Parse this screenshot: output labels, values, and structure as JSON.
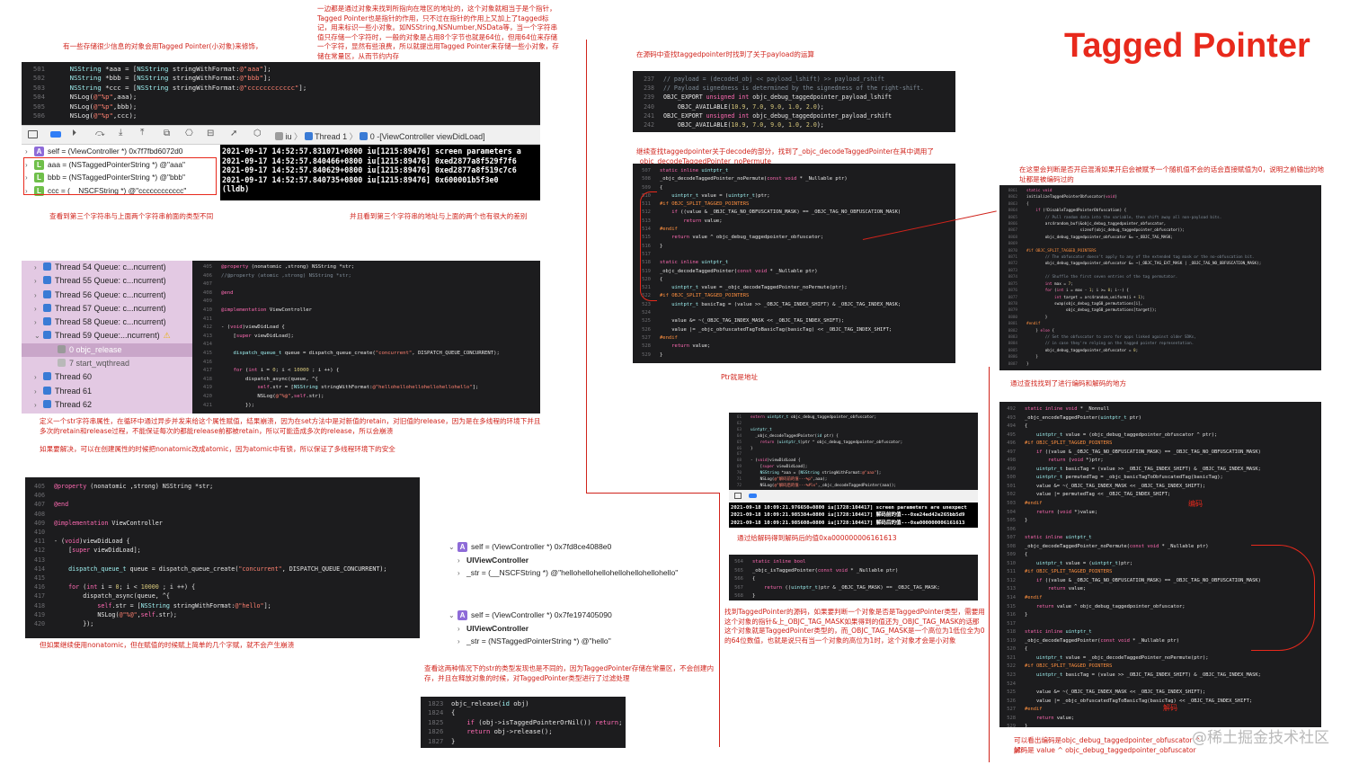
{
  "title": "Tagged Pointer",
  "watermark": "@稀土掘金技术社区",
  "notes": {
    "n1": "有一些存储很少信息的对象会用Tagged Pointer(小对象)来修饰，",
    "n2": "一边都是通过对象来找到所指向在堆区的地址的，这个对象就相当于是个指针，Tagged Pointer也是指针的作用，只不过在指针的作用上又加上了tagged标记，用来标识一些小对象。如NSString,NSNumber,NSData等，当一个字符串值只存储一个字符时，一般的对象是占用8个字节也就是64位，但用64位来存储一个字符，显然有些浪费，所以就提出用Tagged Pointer来存储一些小对象，存储在常量区，从而节约内存",
    "n3": "在源码中查找taggedpointer时找到了关于payload的运算",
    "n4": "继续查找taggedpointer关于decode的部分，找到了_objc_decodeTaggedPointer在其中调用了_objc_decodeTaggedPointer_noPermute",
    "n5": "在这里会判断是否开启混淆如果开启会被赋予一个随机值不会的话会直接赋值为0，说明之前输出的地址都是被编码过的",
    "n6": "查看到第三个字符串与上面两个字符串前面的类型不同",
    "n7": "并且看到第三个字符串的地址与上面的两个也有很大的差别",
    "n8": "Ptr就是地址",
    "n9": "通过查找找到了进行编码和解码的地方",
    "n10": "定义一个str字符串属性，在循环中通过异步并发来给这个属性赋值，结果崩溃，因为在set方法中是对新值的retain，对旧值的release，因为是在多线程的环境下并且多次的retain和release过程，不能保证每次的都能release前都被retain，所以可能造成多次的release，所以会崩溃",
    "n11": "如果要解决，可以在创建属性的时候把nonatomic改成atomic，因为atomic中有锁，所以保证了多线程环境下的安全",
    "n12": "但如果继续使用nonatomic，但在赋值的时候赋上简单的几个字赋，就不会产生崩溃",
    "n13": "通过给解码得到解码后的值0xa000000006161613",
    "n14": "找到TaggedPointer的源码，如果要判断一个对象是否是TaggedPointer类型，需要用这个对象的指针&上_OBJC_TAG_MASK如果得到的值还为_OBJC_TAG_MASK的话那这个对象就是TaggedPointer类型的，而_OBJC_TAG_MASK是一个高位为1低位全为0的64位数值，也就是说只有当一个对象的高位为1时，这个对象才会是小对象",
    "n15": "查看这两种情况下的str的类型发现也是不同的，因为TaggedPointer存储在常量区，不会创建内存，并且在释放对象的时候，对TaggedPointer类型进行了过滤处理",
    "n16": "可以看出编码是objc_debug_taggedpointer_obfuscator ^ ptr",
    "n17": "解码是 value ^ objc_debug_taggedpointer_obfuscator",
    "encode_label": "编码",
    "decode_label": "解码"
  },
  "code1": {
    "lines": [
      {
        "n": "501",
        "t": "    NSString *aaa = [NSString stringWithFormat:@\"aaa\"];"
      },
      {
        "n": "502",
        "t": "    NSString *bbb = [NSString stringWithFormat:@\"bbb\"];"
      },
      {
        "n": "503",
        "t": "    NSString *ccc = [NSString stringWithFormat:@\"cccccccccccc\"];"
      },
      {
        "n": "504",
        "t": "    NSLog(@\"%p\",aaa);"
      },
      {
        "n": "505",
        "t": "    NSLog(@\"%p\",bbb);"
      },
      {
        "n": "506",
        "t": "    NSLog(@\"%p\",ccc);"
      }
    ]
  },
  "debug_toolbar": {
    "crumb_iu": "iu",
    "crumb_thread": "Thread 1",
    "crumb_frame": "0 -[ViewController viewDidLoad]"
  },
  "vars1": [
    {
      "label": "self = (ViewController *) 0x7f7fbd6072d0",
      "icon": "A"
    },
    {
      "label": "aaa = (NSTaggedPointerString *) @\"aaa\"",
      "icon": "L"
    },
    {
      "label": "bbb = (NSTaggedPointerString *) @\"bbb\"",
      "icon": "L"
    },
    {
      "label": "ccc = (__NSCFString *) @\"cccccccccccc\"",
      "icon": "L"
    }
  ],
  "console1": [
    "2021-09-17 14:52:57.831071+0800 iu[1215:89476] screen parameters a",
    "2021-09-17 14:52:57.840466+0800 iu[1215:89476] 0xed2877a8f529f7f6",
    "2021-09-17 14:52:57.840629+0800 iu[1215:89476] 0xed2877a8f519c7c6",
    "2021-09-17 14:52:57.840735+0800 iu[1215:89476] 0x600001b5f3e0",
    "(lldb)"
  ],
  "threads": [
    {
      "label": "Thread 54 Queue: c...ncurrent)"
    },
    {
      "label": "Thread 55 Queue: c...ncurrent)"
    },
    {
      "label": "Thread 56 Queue: c...ncurrent)"
    },
    {
      "label": "Thread 57 Queue: c...ncurrent)"
    },
    {
      "label": "Thread 58 Queue: c...ncurrent)"
    },
    {
      "label": "Thread 59 Queue:...ncurrent)"
    },
    {
      "label": "0 objc_release"
    },
    {
      "label": "7 start_wqthread"
    },
    {
      "label": "Thread 60"
    },
    {
      "label": "Thread 61"
    },
    {
      "label": "Thread 62"
    }
  ],
  "code2": {
    "lines": [
      {
        "n": "405",
        "t": "@property (nonatomic ,strong) NSString *str;"
      },
      {
        "n": "406",
        "t": "//@property (atomic ,strong) NSString *str;"
      },
      {
        "n": "407",
        "t": ""
      },
      {
        "n": "408",
        "t": "@end"
      },
      {
        "n": "409",
        "t": ""
      },
      {
        "n": "410",
        "t": "@implementation ViewController"
      },
      {
        "n": "411",
        "t": ""
      },
      {
        "n": "412",
        "t": "- (void)viewDidLoad {"
      },
      {
        "n": "413",
        "t": "    [super viewDidLoad];"
      },
      {
        "n": "414",
        "t": ""
      },
      {
        "n": "415",
        "t": "    dispatch_queue_t queue = dispatch_queue_create(\"concurrent\", DISPATCH_QUEUE_CONCURRENT);"
      },
      {
        "n": "416",
        "t": ""
      },
      {
        "n": "417",
        "t": "    for (int i = 0; i < 10000 ; i ++) {"
      },
      {
        "n": "418",
        "t": "        dispatch_async(queue, ^{"
      },
      {
        "n": "419",
        "t": "            self.str = [NSString stringWithFormat:@\"hellohellohellohellohellohello\"];"
      },
      {
        "n": "420",
        "t": "            NSLog(@\"%@\",self.str);"
      },
      {
        "n": "421",
        "t": "        });"
      }
    ]
  },
  "code3": {
    "lines": [
      {
        "n": "405",
        "t": "@property (nonatomic ,strong) NSString *str;"
      },
      {
        "n": "406",
        "t": ""
      },
      {
        "n": "407",
        "t": "@end"
      },
      {
        "n": "408",
        "t": ""
      },
      {
        "n": "409",
        "t": "@implementation ViewController"
      },
      {
        "n": "410",
        "t": ""
      },
      {
        "n": "411",
        "t": "- (void)viewDidLoad {"
      },
      {
        "n": "412",
        "t": "    [super viewDidLoad];"
      },
      {
        "n": "413",
        "t": ""
      },
      {
        "n": "414",
        "t": "    dispatch_queue_t queue = dispatch_queue_create(\"concurrent\", DISPATCH_QUEUE_CONCURRENT);"
      },
      {
        "n": "415",
        "t": ""
      },
      {
        "n": "416",
        "t": "    for (int i = 0; i < 10000 ; i ++) {"
      },
      {
        "n": "417",
        "t": "        dispatch_async(queue, ^{"
      },
      {
        "n": "418",
        "t": "            self.str = [NSString stringWithFormat:@\"hello\"];"
      },
      {
        "n": "419",
        "t": "            NSLog(@\"%@\",self.str);"
      },
      {
        "n": "420",
        "t": "        });"
      }
    ]
  },
  "vars2": [
    {
      "label": "self = (ViewController *) 0x7fd8ce4088e0",
      "icon": "A"
    },
    {
      "label": "UIViewController",
      "icon": ""
    },
    {
      "label": "_str = (__NSCFString *) @\"hellohellohellohellohellohellohello\"",
      "icon": ""
    }
  ],
  "vars3": [
    {
      "label": "self = (ViewController *) 0x7fe197405090",
      "icon": "A"
    },
    {
      "label": "UIViewController",
      "icon": ""
    },
    {
      "label": "_str = (NSTaggedPointerString *) @\"hello\"",
      "icon": ""
    }
  ],
  "code4": {
    "lines": [
      {
        "n": "1823",
        "t": "objc_release(id obj)"
      },
      {
        "n": "1824",
        "t": "{"
      },
      {
        "n": "1825",
        "t": "    if (obj->isTaggedPointerOrNil()) return;"
      },
      {
        "n": "1826",
        "t": "    return obj->release();"
      },
      {
        "n": "1827",
        "t": "}"
      }
    ]
  },
  "code5": {
    "lines": [
      {
        "n": "237",
        "t": "// payload = (decoded_obj << payload_lshift) >> payload_rshift"
      },
      {
        "n": "238",
        "t": "// Payload signedness is determined by the signedness of the right-shift."
      },
      {
        "n": "239",
        "t": "OBJC_EXPORT unsigned int objc_debug_taggedpointer_payload_lshift"
      },
      {
        "n": "240",
        "t": "    OBJC_AVAILABLE(10.9, 7.0, 9.0, 1.0, 2.0);"
      },
      {
        "n": "241",
        "t": "OBJC_EXPORT unsigned int objc_debug_taggedpointer_payload_rshift"
      },
      {
        "n": "242",
        "t": "    OBJC_AVAILABLE(10.9, 7.0, 9.0, 1.0, 2.0);"
      }
    ]
  },
  "code6": {
    "lines": [
      {
        "n": "507",
        "t": "static inline uintptr_t"
      },
      {
        "n": "508",
        "t": "_objc_decodeTaggedPointer_noPermute(const void * _Nullable ptr)"
      },
      {
        "n": "509",
        "t": "{"
      },
      {
        "n": "510",
        "t": "    uintptr_t value = (uintptr_t)ptr;"
      },
      {
        "n": "511",
        "t": "#if OBJC_SPLIT_TAGGED_POINTERS"
      },
      {
        "n": "512",
        "t": "    if ((value & _OBJC_TAG_NO_OBFUSCATION_MASK) == _OBJC_TAG_NO_OBFUSCATION_MASK)"
      },
      {
        "n": "513",
        "t": "        return value;"
      },
      {
        "n": "514",
        "t": "#endif"
      },
      {
        "n": "515",
        "t": "    return value ^ objc_debug_taggedpointer_obfuscator;"
      },
      {
        "n": "516",
        "t": "}"
      },
      {
        "n": "517",
        "t": ""
      },
      {
        "n": "518",
        "t": "static inline uintptr_t"
      },
      {
        "n": "519",
        "t": "_objc_decodeTaggedPointer(const void * _Nullable ptr)"
      },
      {
        "n": "520",
        "t": "{"
      },
      {
        "n": "521",
        "t": "    uintptr_t value = _objc_decodeTaggedPointer_noPermute(ptr);"
      },
      {
        "n": "522",
        "t": "#if OBJC_SPLIT_TAGGED_POINTERS"
      },
      {
        "n": "523",
        "t": "    uintptr_t basicTag = (value >> _OBJC_TAG_INDEX_SHIFT) & _OBJC_TAG_INDEX_MASK;"
      },
      {
        "n": "524",
        "t": ""
      },
      {
        "n": "525",
        "t": "    value &= ~(_OBJC_TAG_INDEX_MASK << _OBJC_TAG_INDEX_SHIFT);"
      },
      {
        "n": "526",
        "t": "    value |= _objc_obfuscatedTagToBasicTag(basicTag) << _OBJC_TAG_INDEX_SHIFT;"
      },
      {
        "n": "527",
        "t": "#endif"
      },
      {
        "n": "528",
        "t": "    return value;"
      },
      {
        "n": "529",
        "t": "}"
      }
    ]
  },
  "code7": {
    "lines": [
      {
        "n": "8861",
        "t": "static void"
      },
      {
        "n": "8862",
        "t": "initializeTaggedPointerObfuscator(void)"
      },
      {
        "n": "8863",
        "t": "{"
      },
      {
        "n": "8864",
        "t": "    if (!DisableTaggedPointerObfuscation) {"
      },
      {
        "n": "8865",
        "t": "        // Pull random data into the variable, then shift away all non-payload bits."
      },
      {
        "n": "8866",
        "t": "        arc4random_buf(&objc_debug_taggedpointer_obfuscator,"
      },
      {
        "n": "8867",
        "t": "                       sizeof(objc_debug_taggedpointer_obfuscator));"
      },
      {
        "n": "8868",
        "t": "        objc_debug_taggedpointer_obfuscator &= ~_OBJC_TAG_MASK;"
      },
      {
        "n": "8869",
        "t": ""
      },
      {
        "n": "8870",
        "t": "#if OBJC_SPLIT_TAGGED_POINTERS"
      },
      {
        "n": "8871",
        "t": "        // The obfuscator doesn't apply to any of the extended tag mask or the no-obfuscation bit."
      },
      {
        "n": "8872",
        "t": "        objc_debug_taggedpointer_obfuscator &= ~(_OBJC_TAG_EXT_MASK | _OBJC_TAG_NO_OBFUSCATION_MASK);"
      },
      {
        "n": "8873",
        "t": ""
      },
      {
        "n": "8874",
        "t": "        // Shuffle the first seven entries of the tag permutator."
      },
      {
        "n": "8875",
        "t": "        int max = 7;"
      },
      {
        "n": "8876",
        "t": "        for (int i = max - 1; i >= 0; i--) {"
      },
      {
        "n": "8877",
        "t": "            int target = arc4random_uniform(i + 1);"
      },
      {
        "n": "8878",
        "t": "            swap(objc_debug_tag60_permutations[i],"
      },
      {
        "n": "8879",
        "t": "                 objc_debug_tag60_permutations[target]);"
      },
      {
        "n": "8880",
        "t": "        }"
      },
      {
        "n": "8881",
        "t": "#endif"
      },
      {
        "n": "8882",
        "t": "    } else {"
      },
      {
        "n": "8883",
        "t": "        // Set the obfuscator to zero for apps linked against older SDKs,"
      },
      {
        "n": "8884",
        "t": "        // in case they're relying on the tagged pointer representation."
      },
      {
        "n": "8885",
        "t": "        objc_debug_taggedpointer_obfuscator = 0;"
      },
      {
        "n": "8886",
        "t": "    }"
      },
      {
        "n": "8887",
        "t": "}"
      }
    ]
  },
  "code8": {
    "lines": [
      {
        "n": "61",
        "t": "extern uintptr_t objc_debug_taggedpointer_obfuscator;"
      },
      {
        "n": "62",
        "t": ""
      },
      {
        "n": "63",
        "t": "uintptr_t"
      },
      {
        "n": "64",
        "t": "  _objc_decodeTaggedPointer(id ptr) {"
      },
      {
        "n": "65",
        "t": "    return (uintptr_t)ptr ^ objc_debug_taggedpointer_obfuscator;"
      },
      {
        "n": "66",
        "t": "}"
      },
      {
        "n": "67",
        "t": ""
      },
      {
        "n": "68",
        "t": "- (void)viewDidLoad {"
      },
      {
        "n": "69",
        "t": "    [super viewDidLoad];"
      },
      {
        "n": "70",
        "t": "    NSString *aaa = [NSString stringWithFormat:@\"aaa\"];"
      },
      {
        "n": "71",
        "t": "    NSLog(@\"解码前的值---%p\",aaa);"
      },
      {
        "n": "72",
        "t": "    NSLog(@\"解码后的值---%#lx\",_objc_decodeTaggedPointer(aaa));"
      }
    ]
  },
  "console2": [
    "2021-09-18 10:09:21.976650+0800 iu[1728:104417] screen parameters are unexpect",
    "2021-09-18 10:09:21.985384+0800 iu[1728:104417] 解码前的值---0xe24ed42e265bb5d9",
    "2021-09-18 10:09:21.985608+0800 iu[1728:104417] 解码后的值---0xa000000006161613"
  ],
  "code9": {
    "lines": [
      {
        "n": "564",
        "t": "static inline bool"
      },
      {
        "n": "565",
        "t": "_objc_isTaggedPointer(const void * _Nullable ptr)"
      },
      {
        "n": "566",
        "t": "{"
      },
      {
        "n": "567",
        "t": "    return ((uintptr_t)ptr & _OBJC_TAG_MASK) == _OBJC_TAG_MASK;"
      },
      {
        "n": "568",
        "t": "}"
      }
    ]
  },
  "code10": {
    "lines": [
      {
        "n": "492",
        "t": "static inline void * _Nonnull"
      },
      {
        "n": "493",
        "t": "_objc_encodeTaggedPointer(uintptr_t ptr)"
      },
      {
        "n": "494",
        "t": "{"
      },
      {
        "n": "495",
        "t": "    uintptr_t value = (objc_debug_taggedpointer_obfuscator ^ ptr);"
      },
      {
        "n": "496",
        "t": "#if OBJC_SPLIT_TAGGED_POINTERS"
      },
      {
        "n": "497",
        "t": "    if ((value & _OBJC_TAG_NO_OBFUSCATION_MASK) == _OBJC_TAG_NO_OBFUSCATION_MASK)"
      },
      {
        "n": "498",
        "t": "        return (void *)ptr;"
      },
      {
        "n": "499",
        "t": "    uintptr_t basicTag = (value >> _OBJC_TAG_INDEX_SHIFT) & _OBJC_TAG_INDEX_MASK;"
      },
      {
        "n": "500",
        "t": "    uintptr_t permutedTag = _objc_basicTagToObfuscatedTag(basicTag);"
      },
      {
        "n": "501",
        "t": "    value &= ~(_OBJC_TAG_INDEX_MASK << _OBJC_TAG_INDEX_SHIFT);"
      },
      {
        "n": "502",
        "t": "    value |= permutedTag << _OBJC_TAG_INDEX_SHIFT;"
      },
      {
        "n": "503",
        "t": "#endif"
      },
      {
        "n": "504",
        "t": "    return (void *)value;"
      },
      {
        "n": "505",
        "t": "}"
      },
      {
        "n": "506",
        "t": ""
      },
      {
        "n": "507",
        "t": "static inline uintptr_t"
      },
      {
        "n": "508",
        "t": "_objc_decodeTaggedPointer_noPermute(const void * _Nullable ptr)"
      },
      {
        "n": "509",
        "t": "{"
      },
      {
        "n": "510",
        "t": "    uintptr_t value = (uintptr_t)ptr;"
      },
      {
        "n": "511",
        "t": "#if OBJC_SPLIT_TAGGED_POINTERS"
      },
      {
        "n": "512",
        "t": "    if ((value & _OBJC_TAG_NO_OBFUSCATION_MASK) == _OBJC_TAG_NO_OBFUSCATION_MASK)"
      },
      {
        "n": "513",
        "t": "        return value;"
      },
      {
        "n": "514",
        "t": "#endif"
      },
      {
        "n": "515",
        "t": "    return value ^ objc_debug_taggedpointer_obfuscator;"
      },
      {
        "n": "516",
        "t": "}"
      },
      {
        "n": "517",
        "t": ""
      },
      {
        "n": "518",
        "t": "static inline uintptr_t"
      },
      {
        "n": "519",
        "t": "_objc_decodeTaggedPointer(const void * _Nullable ptr)"
      },
      {
        "n": "520",
        "t": "{"
      },
      {
        "n": "521",
        "t": "    uintptr_t value = _objc_decodeTaggedPointer_noPermute(ptr);"
      },
      {
        "n": "522",
        "t": "#if OBJC_SPLIT_TAGGED_POINTERS"
      },
      {
        "n": "523",
        "t": "    uintptr_t basicTag = (value >> _OBJC_TAG_INDEX_SHIFT) & _OBJC_TAG_INDEX_MASK;"
      },
      {
        "n": "524",
        "t": ""
      },
      {
        "n": "525",
        "t": "    value &= ~(_OBJC_TAG_INDEX_MASK << _OBJC_TAG_INDEX_SHIFT);"
      },
      {
        "n": "526",
        "t": "    value |= _objc_obfuscatedTagToBasicTag(basicTag) << _OBJC_TAG_INDEX_SHIFT;"
      },
      {
        "n": "527",
        "t": "#endif"
      },
      {
        "n": "528",
        "t": "    return value;"
      },
      {
        "n": "529",
        "t": "}"
      }
    ]
  }
}
